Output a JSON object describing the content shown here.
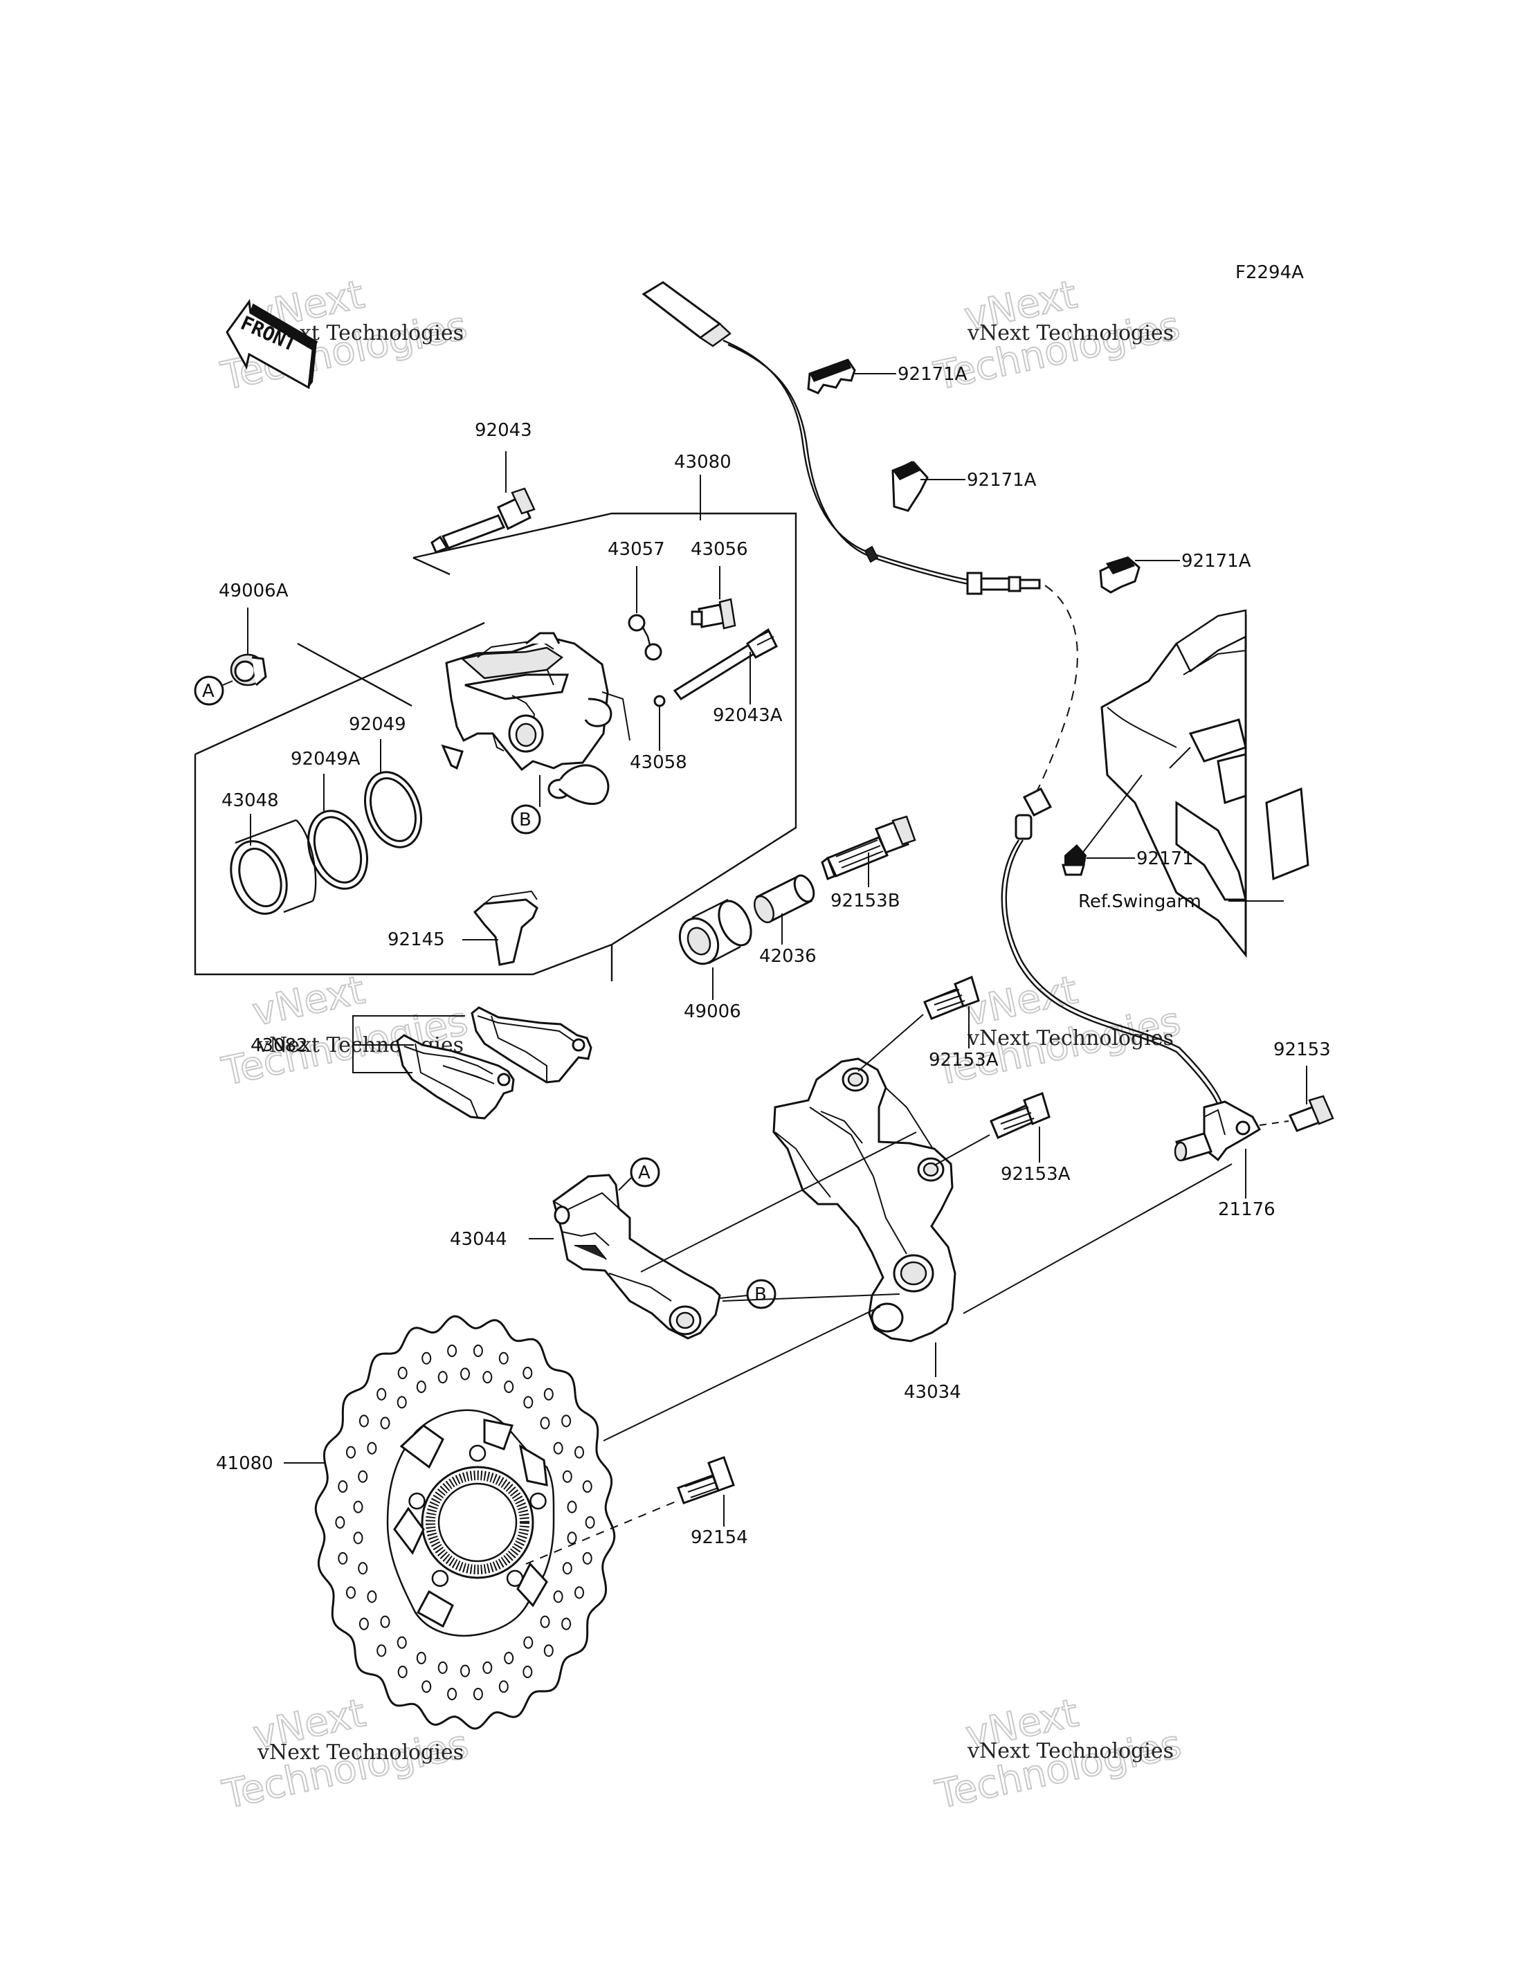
{
  "figure_code": "F2294A",
  "watermark": {
    "brand_line1": "vNext",
    "brand_line2": "Technologies",
    "small_text": "vNext Technologies"
  },
  "front_arrow_label": "FRONT",
  "callouts": {
    "A": "A",
    "B": "B"
  },
  "parts": {
    "p92043": "92043",
    "p43080": "43080",
    "p43057": "43057",
    "p43056": "43056",
    "p49006A": "49006A",
    "p92049": "92049",
    "p92049A": "92049A",
    "p43048": "43048",
    "p92043A": "92043A",
    "p43058": "43058",
    "p92145": "92145",
    "p92153B": "92153B",
    "p42036": "42036",
    "p49006": "49006",
    "p43082": "43082",
    "p92171A_1": "92171A",
    "p92171A_2": "92171A",
    "p92171A_3": "92171A",
    "p92171": "92171",
    "ref_swingarm": "Ref.Swingarm",
    "p92153A_1": "92153A",
    "p92153A_2": "92153A",
    "p92153": "92153",
    "p43044": "43044",
    "p21176": "21176",
    "p43034": "43034",
    "p41080": "41080",
    "p92154": "92154"
  }
}
